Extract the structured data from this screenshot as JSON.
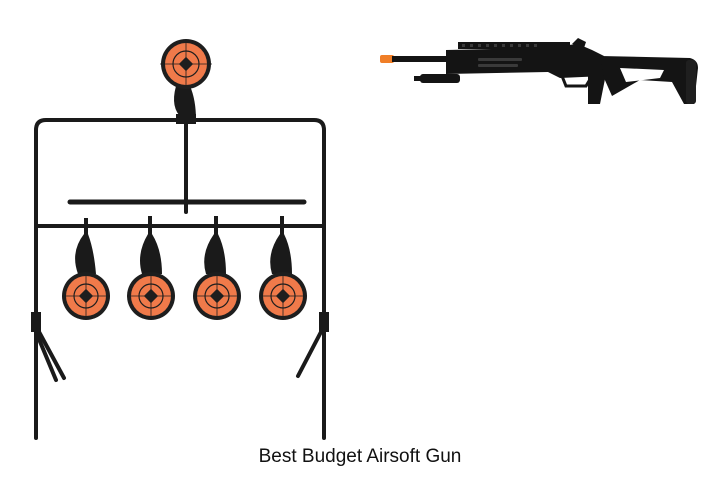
{
  "caption": "Best Budget Airsoft Gun",
  "colors": {
    "background": "#ffffff",
    "target_orange": "#f07a4a",
    "target_dark": "#1e1e1e",
    "steel": "#1a1a1a",
    "gun_body": "#141414",
    "muzzle_tip": "#f07e27"
  },
  "images": {
    "left": "spinner-target-stand",
    "right": "airsoft-rifle"
  }
}
